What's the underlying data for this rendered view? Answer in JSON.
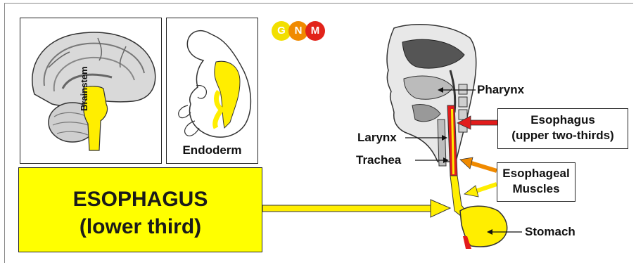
{
  "logo": {
    "letters": [
      "G",
      "N",
      "M"
    ],
    "colors": [
      "#f2df00",
      "#f08a00",
      "#e2231a"
    ]
  },
  "panels": {
    "brain": {
      "label": "Brainstem",
      "highlight_color": "#ffee00"
    },
    "embryo": {
      "label": "Endoderm",
      "highlight_color": "#ffee00"
    }
  },
  "main_box": {
    "line1": "ESOPHAGUS",
    "line2": "(lower third)",
    "fill_color": "#ffff00"
  },
  "labels": {
    "pharynx": "Pharynx",
    "larynx": "Larynx",
    "trachea": "Trachea",
    "stomach": "Stomach"
  },
  "callouts": {
    "esophagus_upper": {
      "line1": "Esophagus",
      "line2": "(upper two-thirds)"
    },
    "esophageal_muscles": {
      "line1": "Esophageal",
      "line2": "Muscles"
    }
  },
  "colors": {
    "red_arrow": "#e21c1c",
    "orange_arrow": "#f08a00",
    "yellow_arrow": "#ffee00"
  }
}
